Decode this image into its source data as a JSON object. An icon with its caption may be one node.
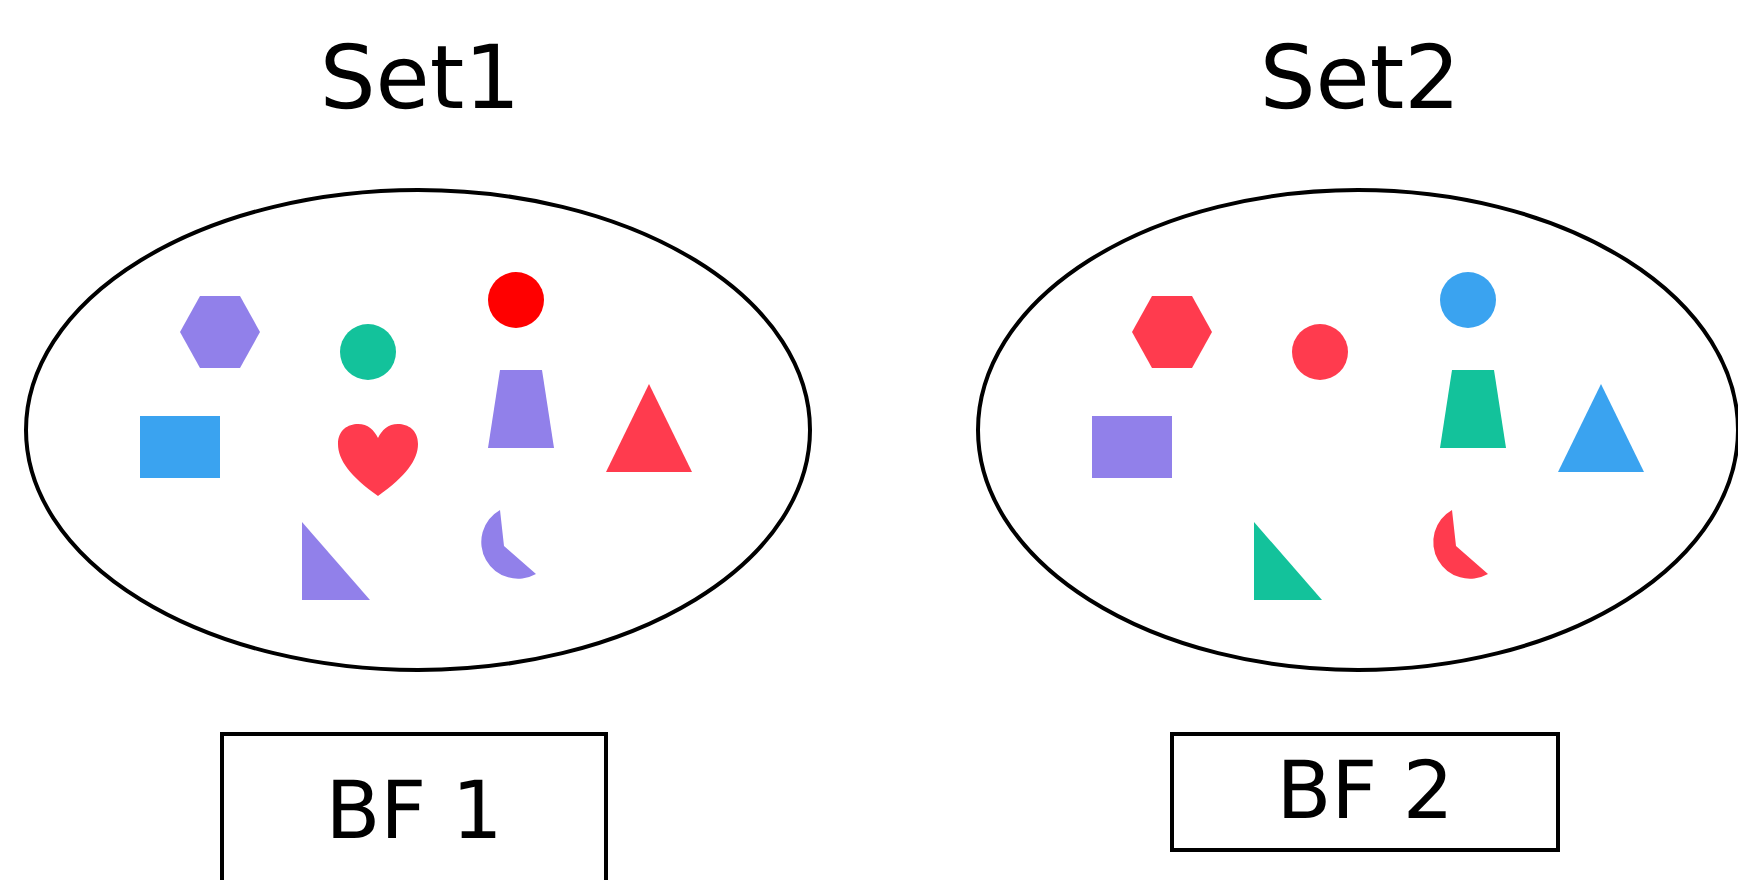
{
  "diagram": {
    "nodes": [
      {
        "text": [
          "Set1"
        ]
      },
      {
        "text": [
          "Set2"
        ]
      },
      {
        "text": [
          "BF 1"
        ]
      },
      {
        "text": [
          "BF 2"
        ]
      }
    ]
  }
}
